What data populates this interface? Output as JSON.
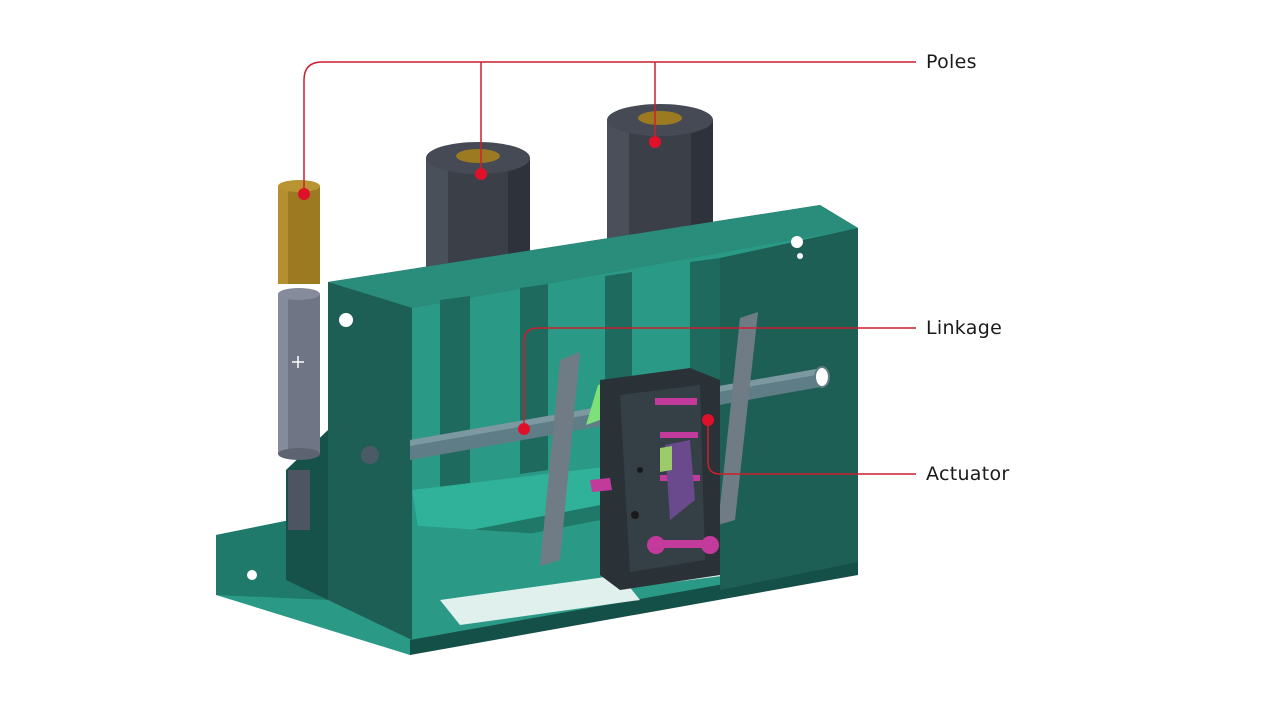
{
  "callouts": {
    "poles": "Poles",
    "linkage": "Linkage",
    "actuator": "Actuator"
  },
  "colors": {
    "frame_face": "#1e5f55",
    "frame_inner": "#2a9a86",
    "frame_top": "#35a891",
    "pole_dark": "#3b4048",
    "pole_gold": "#9c7a22",
    "pole_grey": "#6f7585",
    "shaft": "#5f7d86",
    "accent_magenta": "#c23a9b",
    "callout_line": "#cc1f2d",
    "label_text": "#1a1a1a"
  },
  "icons": {
    "pole_insulator_mark": "plus-icon"
  }
}
